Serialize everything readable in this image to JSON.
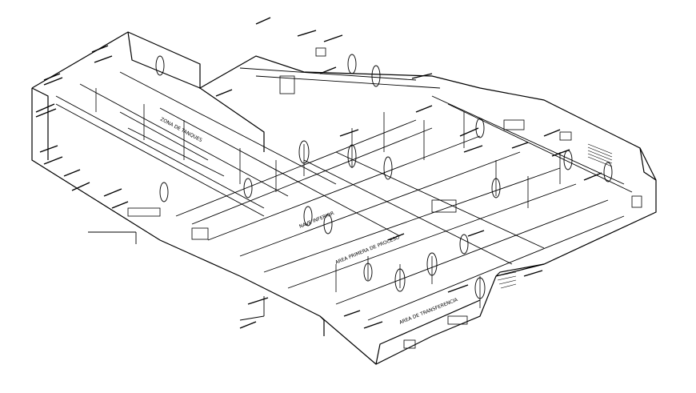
{
  "drawing": {
    "background": "#ffffff",
    "line_color": "#000000",
    "labels": {
      "area_a": "ZONA DE TANQUES",
      "area_b": "NAVE INFERIOR",
      "area_c": "AREA PRIMERA DE PROCESO",
      "area_d": "AREA DE TRANSFERENCIA"
    }
  }
}
